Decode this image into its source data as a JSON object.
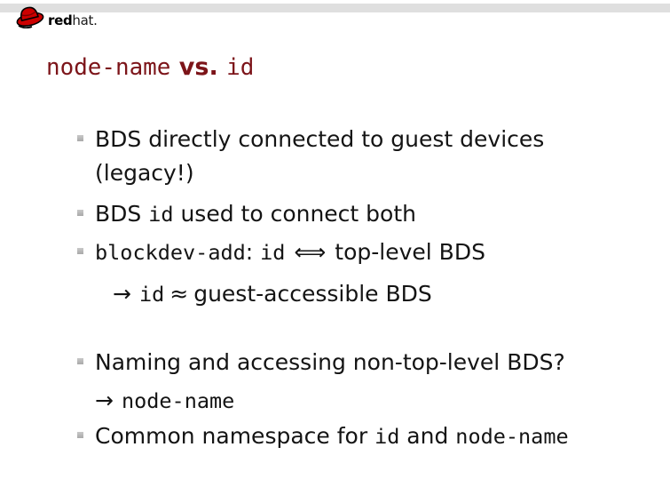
{
  "logo": {
    "brand_bold": "red",
    "brand_rest": "hat."
  },
  "title": {
    "code_left": "node-name",
    "vs": " vs. ",
    "code_right": "id"
  },
  "colors": {
    "title_maroon": "#7c1419",
    "header_band": "#dfdfdf",
    "bullet_square": "#b6b6b6",
    "logo_red": "#cc0000"
  },
  "bullets": {
    "b1": {
      "line1": "BDS directly connected to guest devices",
      "line2": "(legacy!)"
    },
    "b2": {
      "s1": "BDS ",
      "code": "id",
      "s2": " used to connect both"
    },
    "b3": {
      "code1": "blockdev-add",
      "sep": ": ",
      "code2": "id",
      "lr_arrow": "⟺",
      "s1": "top-level BDS"
    },
    "sub": {
      "to_arrow": "→",
      "code": "id",
      "approx": "≈",
      "s1": "guest-accessible BDS"
    },
    "b4": {
      "line1": "Naming and accessing non-top-level BDS?",
      "to_arrow": "→",
      "code": "node-name"
    },
    "b5": {
      "s1": "Common namespace for ",
      "code1": "id",
      "s2": " and ",
      "code2": "node-name"
    }
  }
}
